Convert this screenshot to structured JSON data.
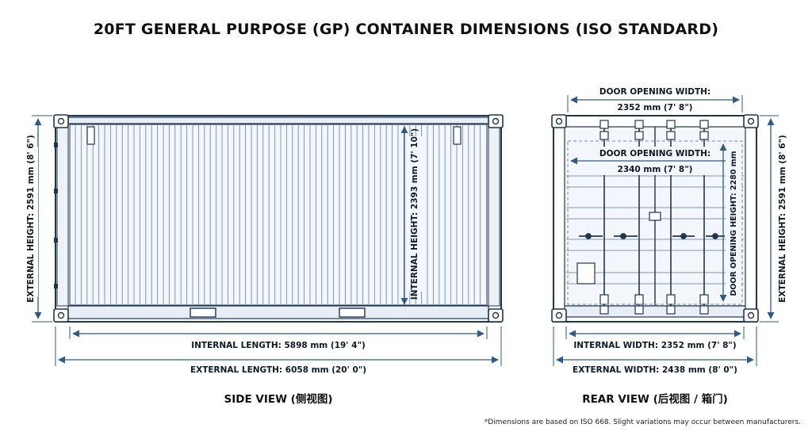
{
  "title": "20FT GENERAL PURPOSE (GP) CONTAINER DIMENSIONS (ISO STANDARD)",
  "side_view": {
    "caption": "SIDE VIEW (侧视图)",
    "external_height": "EXTERNAL HEIGHT: 2591 mm (8' 6\")",
    "internal_height": "INTERNAL HEIGHT: 2393 mm (7' 10\")",
    "internal_length": "INTERNAL LENGTH: 5898 mm (19' 4\")",
    "external_length": "EXTERNAL LENGTH: 6058 mm (20' 0\")"
  },
  "rear_view": {
    "caption": "REAR VIEW (后视图 / 箱门)",
    "door_opening_width_top": "DOOR OPENING WIDTH:",
    "door_opening_width_top_value": "2352 mm (7' 8\")",
    "door_opening_width_inner": "DOOR OPENING WIDTH:",
    "door_opening_width_inner_value": "2340 mm (7' 8\")",
    "door_opening_height": "DOOR OPENING HEIGHT: 2280 mm",
    "external_height": "EXTERNAL HEIGHT: 2591 mm (8' 6\")",
    "internal_width": "INTERNAL WIDTH: 2352 mm (7' 8\")",
    "external_width": "EXTERNAL WIDTH: 2438 mm (8' 0\")"
  },
  "footnote": "*Dimensions are based on ISO 668. Slight variations may occur between manufacturers.",
  "colors": {
    "line": "#1f3550",
    "dim": "#2d5a87",
    "accent": "#6f8fb4"
  }
}
